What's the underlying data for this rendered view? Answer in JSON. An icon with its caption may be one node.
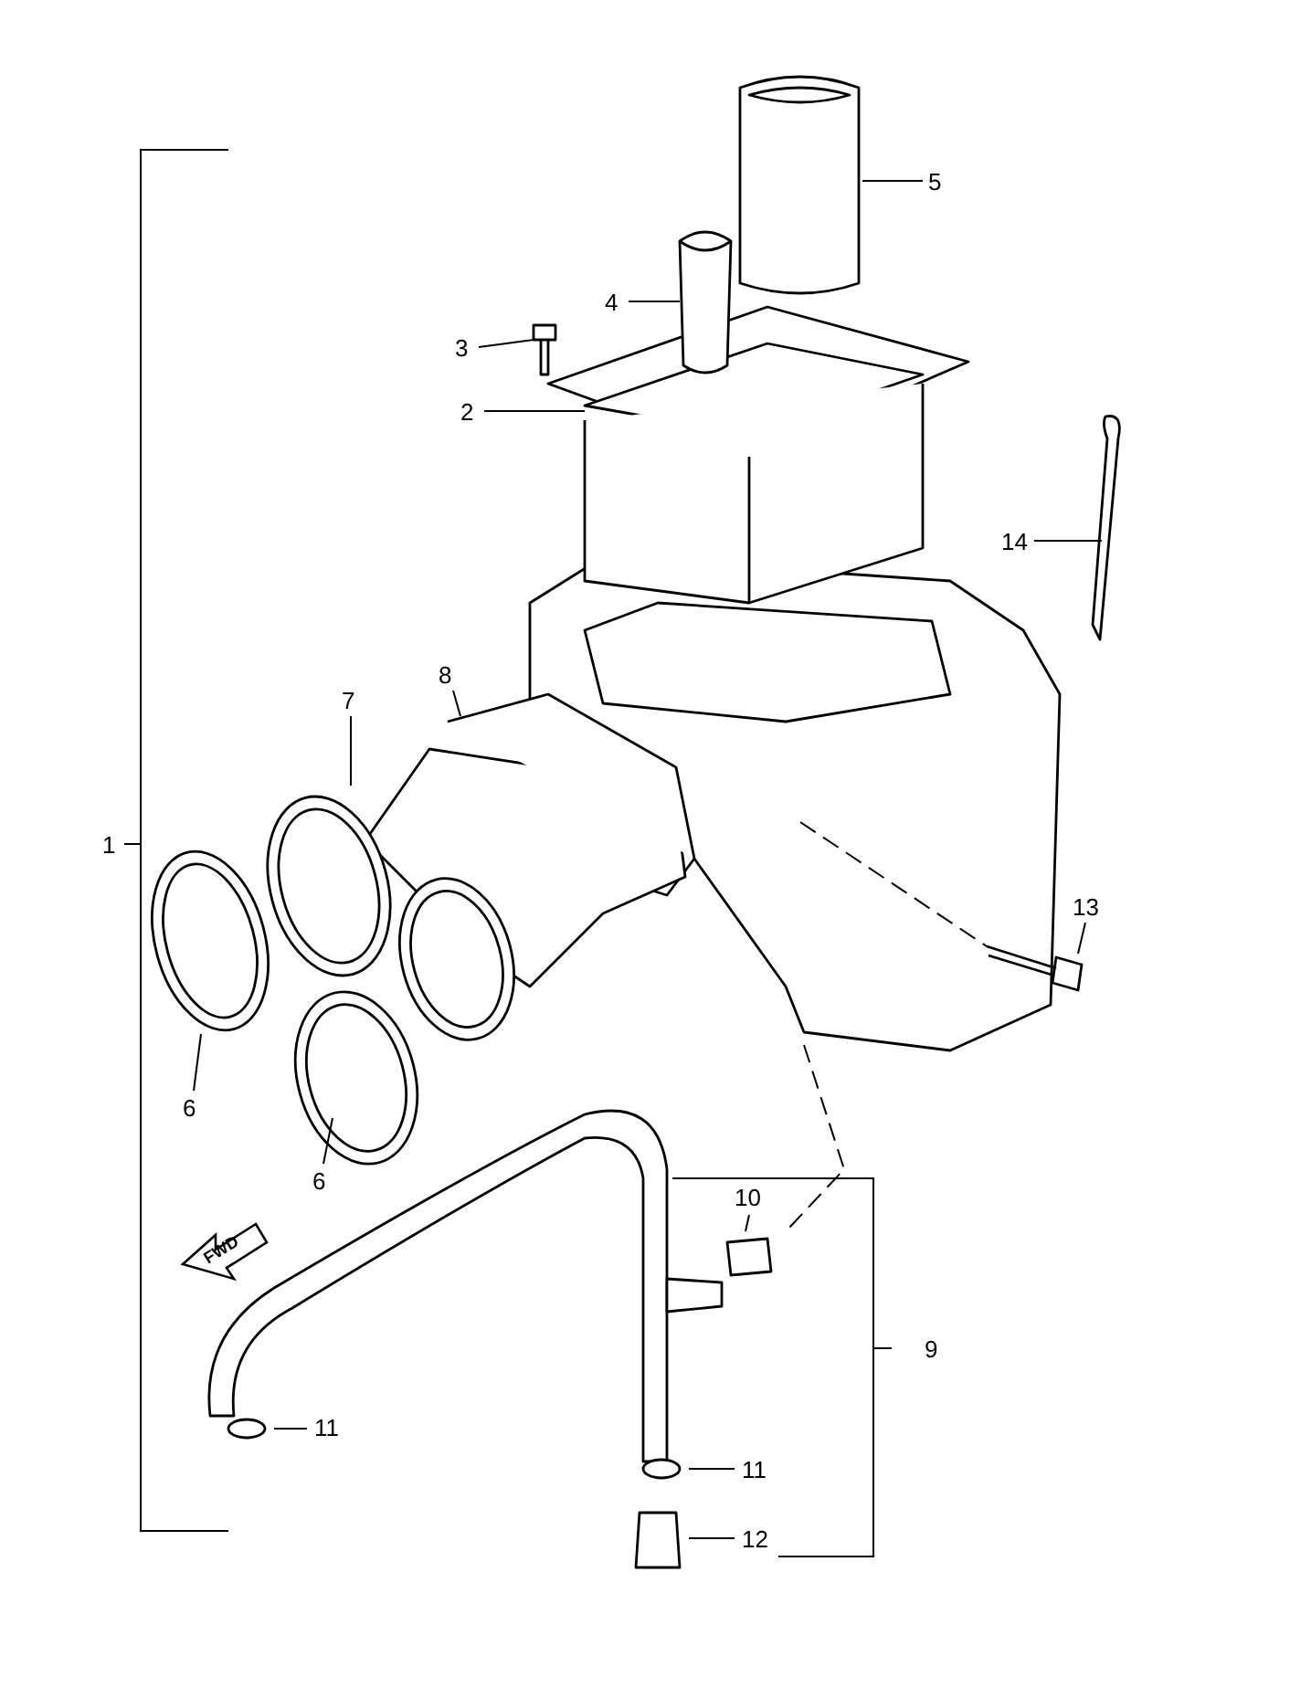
{
  "diagram": {
    "nodes": [
      {
        "text": [
          "5"
        ]
      },
      {
        "text": [
          "4"
        ]
      },
      {
        "text": [
          "3"
        ]
      },
      {
        "text": [
          "2"
        ]
      },
      {
        "text": [
          "14"
        ]
      },
      {
        "text": [
          "8"
        ]
      },
      {
        "text": [
          "7"
        ]
      },
      {
        "text": [
          "13"
        ]
      },
      {
        "text": [
          "6"
        ]
      },
      {
        "text": [
          "6"
        ]
      },
      {
        "text": [
          "10"
        ]
      },
      {
        "text": [
          "11"
        ]
      },
      {
        "text": [
          "11"
        ]
      },
      {
        "text": [
          "12"
        ]
      }
    ],
    "edges": [
      {
        "from": 0,
        "to": null,
        "arrow": "none"
      },
      {
        "from": 1,
        "to": null,
        "arrow": "none"
      },
      {
        "from": 2,
        "to": null,
        "arrow": "none"
      },
      {
        "from": 3,
        "to": null,
        "arrow": "none"
      },
      {
        "from": 4,
        "to": null,
        "arrow": "none"
      },
      {
        "from": 5,
        "to": null,
        "arrow": "none"
      },
      {
        "from": 6,
        "to": null,
        "arrow": "none"
      },
      {
        "from": 7,
        "to": null,
        "arrow": "none"
      },
      {
        "from": 8,
        "to": null,
        "arrow": "none"
      },
      {
        "from": 9,
        "to": null,
        "arrow": "none"
      },
      {
        "from": 10,
        "to": null,
        "arrow": "none"
      },
      {
        "from": 11,
        "to": null,
        "arrow": "none"
      },
      {
        "from": 12,
        "to": null,
        "arrow": "none"
      },
      {
        "from": 13,
        "to": null,
        "arrow": "none"
      }
    ],
    "labels": [
      "1",
      "FWD",
      "9"
    ]
  }
}
